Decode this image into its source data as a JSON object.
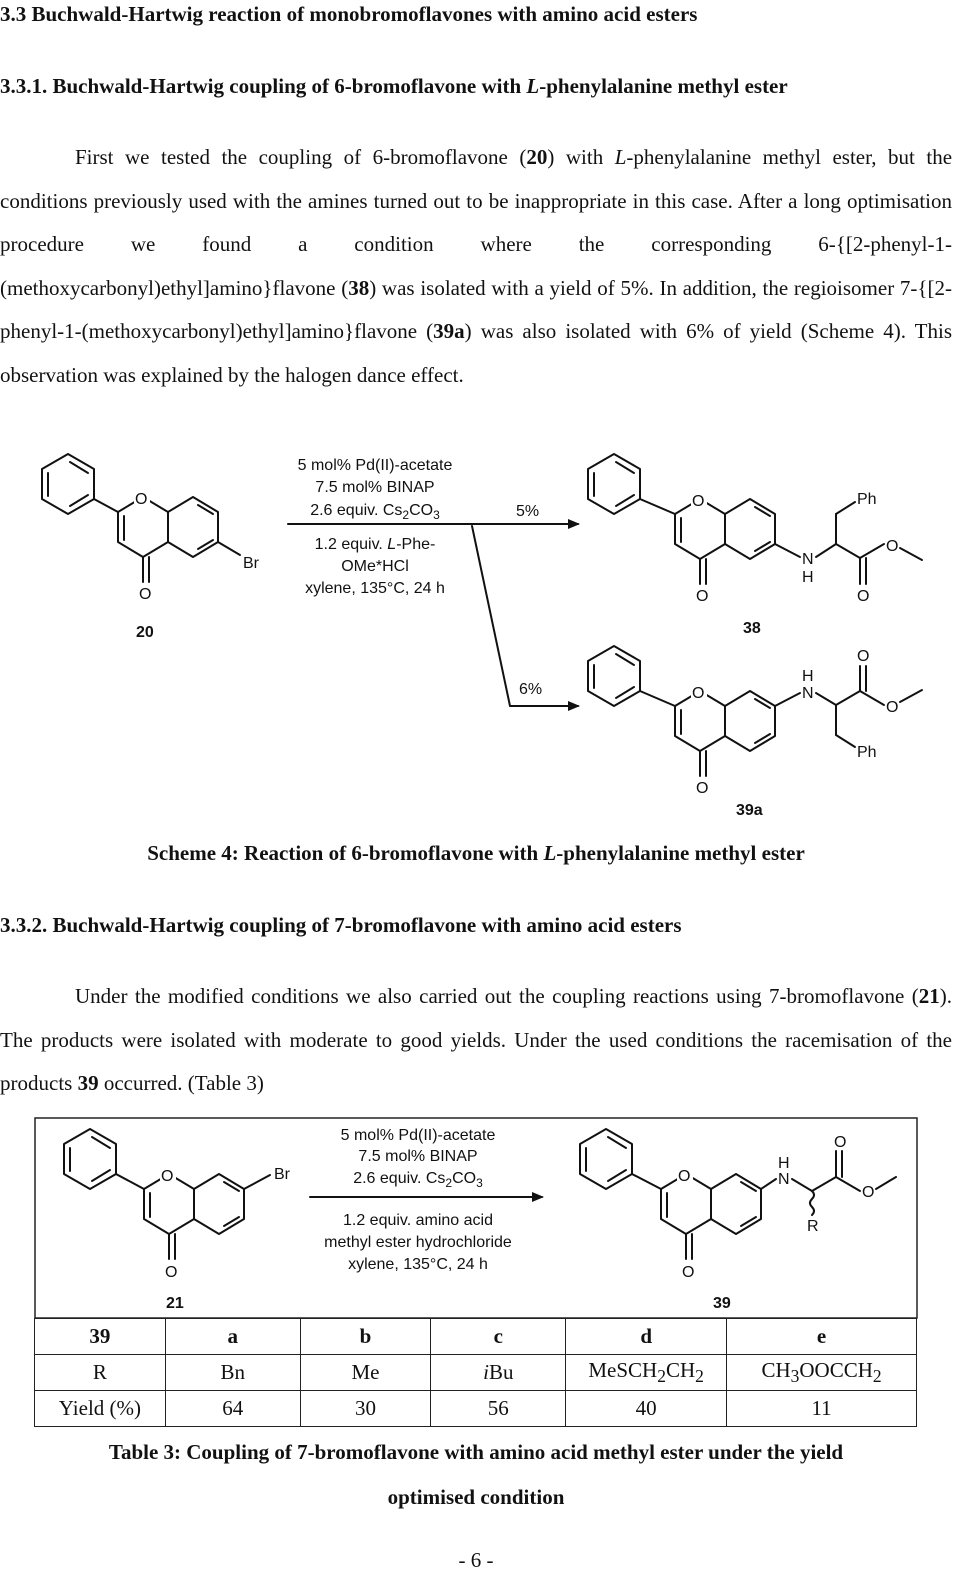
{
  "section": {
    "heading": "3.3 Buchwald-Hartwig reaction of monobromoflavones with amino acid esters"
  },
  "sub1": {
    "heading_pre": "3.3.1. Buchwald-Hartwig coupling of 6-bromoflavone with ",
    "heading_em": "L",
    "heading_post": "-phenylalanine methyl ester",
    "p": {
      "t1": "First we tested the coupling of 6-bromoflavone (",
      "b1": "20",
      "t2": ") with ",
      "i1": "L",
      "t3": "-phenylalanine methyl ester, but the conditions previously used with the amines turned out to be inappropriate in this case. After a long optimisation procedure we found a condition where the corresponding 6-{[2-phenyl-1-(methoxycarbonyl)ethyl]amino}flavone (",
      "b2": "38",
      "t4": ") was isolated with a yield of 5%. In addition, the regioisomer 7-{[2-phenyl-1-(methoxycarbonyl)ethyl]amino}flavone (",
      "b3": "39a",
      "t5": ") was also isolated with 6% of yield (Scheme 4). This observation was explained by the halogen dance effect."
    },
    "scheme": {
      "cond1": "5 mol% Pd(II)-acetate",
      "cond2": "7.5 mol% BINAP",
      "cond3_pre": "2.6 equiv. Cs",
      "cond3_sub1": "2",
      "cond3_mid": "CO",
      "cond3_sub2": "3",
      "cond4_pre": "1.2 equiv. ",
      "cond4_em": "L",
      "cond4_post": "-Phe-",
      "cond5": "OMe*HCl",
      "cond6": "xylene, 135°C, 24 h",
      "yield_a": "5%",
      "yield_b": "6%",
      "lbl_sm": "20",
      "lbl_p1": "38",
      "lbl_p2": "39a",
      "atom_O": "O",
      "atom_Br": "Br",
      "atom_N": "N",
      "atom_H": "H",
      "atom_Ph": "Ph"
    },
    "caption": {
      "pre": "Scheme 4: Reaction of 6-bromoflavone with ",
      "em": "L",
      "post": "-phenylalanine methyl ester"
    }
  },
  "sub2": {
    "heading": "3.3.2. Buchwald-Hartwig coupling of 7-bromoflavone with amino acid esters",
    "p": {
      "t1": "Under the modified conditions we also carried out the coupling reactions using 7-bromoflavone (",
      "b1": "21",
      "t2": "). The products were isolated with moderate to good yields. Under the used conditions the racemisation of the products ",
      "b2": "39",
      "t3": " occurred. (Table 3)"
    },
    "scheme": {
      "cond1": "5 mol% Pd(II)-acetate",
      "cond2": "7.5 mol% BINAP",
      "cond3_pre": "2.6 equiv. Cs",
      "cond3_sub1": "2",
      "cond3_mid": "CO",
      "cond3_sub2": "3",
      "cond4": "1.2 equiv. amino acid",
      "cond5": "methyl ester hydrochloride",
      "cond6": "xylene, 135°C, 24 h",
      "lbl_sm": "21",
      "lbl_p": "39",
      "atom_R": "R"
    },
    "table": {
      "header": [
        "39",
        "a",
        "b",
        "c",
        "d",
        "e"
      ],
      "r_label": "R",
      "r_bn": "Bn",
      "r_me": "Me",
      "r_ibu_i": "i",
      "r_ibu": "Bu",
      "r_d_pre": "MeSCH",
      "r_d_s1": "2",
      "r_d_mid": "CH",
      "r_d_s2": "2",
      "r_e_pre": "CH",
      "r_e_s1": "3",
      "r_e_mid": "OOCCH",
      "r_e_s2": "2",
      "yield_label": "Yield (%)",
      "yields": [
        "64",
        "30",
        "56",
        "40",
        "11"
      ]
    },
    "caption_line1": "Table 3: Coupling of 7-bromoflavone with amino acid methyl ester under the yield",
    "caption_line2": "optimised condition"
  },
  "page_number": "- 6 -"
}
